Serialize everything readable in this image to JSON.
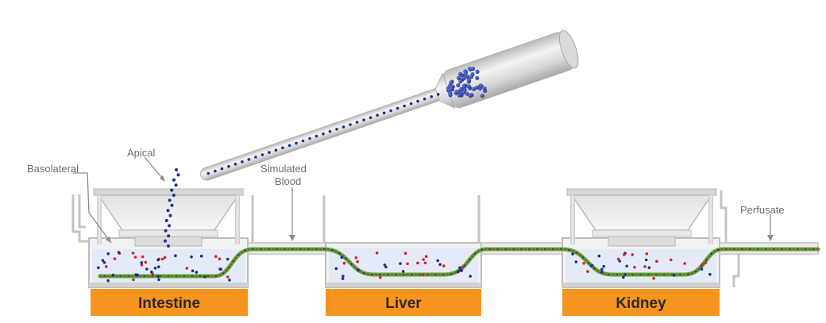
{
  "labels": {
    "basolateral": "Basolateral",
    "apical": "Apical",
    "simulated_blood_line1": "Simulated",
    "simulated_blood_line2": "Blood",
    "perfusate": "Perfusate"
  },
  "organs": [
    {
      "name": "Intestine"
    },
    {
      "name": "Liver"
    },
    {
      "name": "Kidney"
    }
  ],
  "colors": {
    "organ_box": "#f7941d",
    "channel_green": "#5aa82f",
    "dot_blue": "#1f2f8f",
    "dot_red": "#d8232a",
    "medium": "#e4eaf7"
  }
}
